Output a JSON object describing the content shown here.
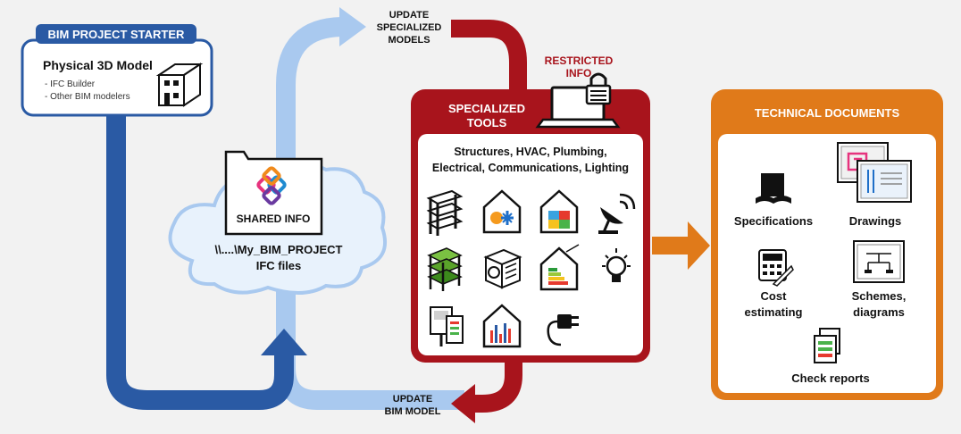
{
  "starter": {
    "header": "BIM PROJECT STARTER",
    "title": "Physical 3D Model",
    "items": [
      "- IFC Builder",
      "- Other BIM modelers"
    ]
  },
  "shared": {
    "folder_label": "SHARED INFO",
    "path": "\\\\....\\My_BIM_PROJECT",
    "files": "IFC files"
  },
  "update_specialized": [
    "UPDATE",
    "SPECIALIZED",
    "MODELS"
  ],
  "update_bim": [
    "UPDATE",
    "BIM MODEL"
  ],
  "restricted": [
    "RESTRICTED",
    "INFO"
  ],
  "specialized": {
    "header": [
      "SPECIALIZED",
      "TOOLS"
    ],
    "disciplines": [
      "Structures, HVAC, Plumbing,",
      "Electrical, Communications, Lighting"
    ],
    "icons": [
      "structure-frame-icon",
      "heating-cooling-house-icon",
      "floorplan-house-icon",
      "satellite-dish-icon",
      "building-model-icon",
      "hvac-unit-icon",
      "energy-label-house-icon",
      "light-bulb-icon",
      "sensor-panel-icon",
      "energy-chart-house-icon",
      "power-plug-icon"
    ]
  },
  "technical": {
    "header": "TECHNICAL DOCUMENTS",
    "specifications": "Specifications",
    "drawings": "Drawings",
    "cost": [
      "Cost",
      "estimating"
    ],
    "schemes": [
      "Schemes,",
      "diagrams"
    ],
    "check": "Check reports"
  },
  "colors": {
    "dark_blue": "#2a5aa4",
    "light_blue": "#a9c9ef",
    "red": "#a8141c",
    "orange": "#e07a1a"
  }
}
